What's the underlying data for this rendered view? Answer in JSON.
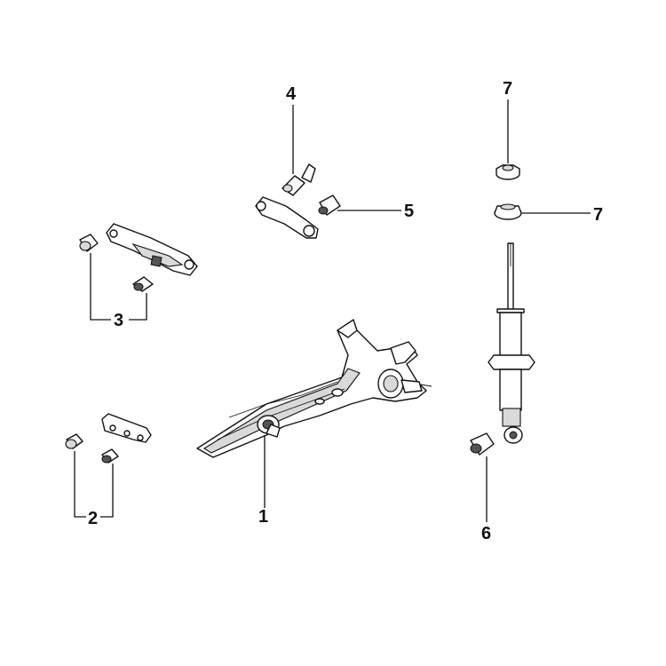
{
  "callouts": [
    {
      "id": "c1",
      "label": "1"
    },
    {
      "id": "c2",
      "label": "2"
    },
    {
      "id": "c3",
      "label": "3"
    },
    {
      "id": "c4",
      "label": "4"
    },
    {
      "id": "c5",
      "label": "5"
    },
    {
      "id": "c6",
      "label": "6"
    },
    {
      "id": "c7a",
      "label": "7"
    },
    {
      "id": "c7b",
      "label": "7"
    }
  ]
}
